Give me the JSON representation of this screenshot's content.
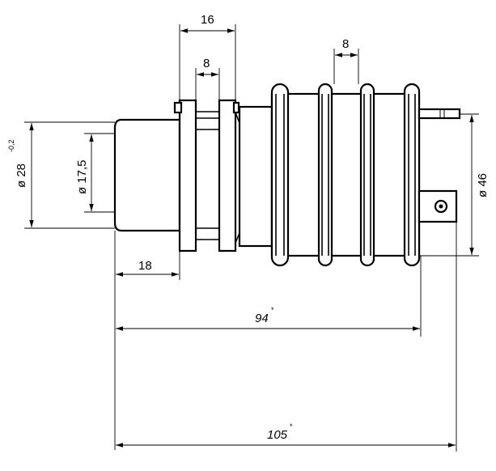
{
  "dimensions": {
    "top_width": "16",
    "top_inner": "8",
    "ring_spacing": "8",
    "left_dia_outer": "ø 28",
    "left_dia_outer_tol": "-0,2",
    "left_dia_inner": "ø 17,5",
    "right_dia": "ø 46",
    "stub_length": "18",
    "length_mid": "94",
    "length_mid_mark": "*",
    "length_total": "105",
    "length_total_mark": "*"
  }
}
